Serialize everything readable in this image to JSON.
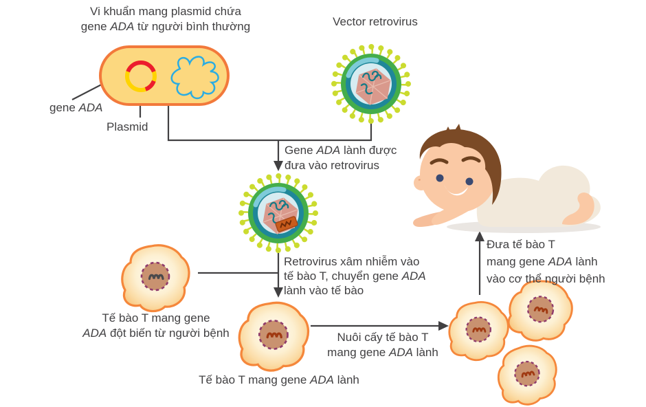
{
  "diagram": {
    "labels": {
      "bacteria_caption": {
        "lines": [
          [
            {
              "t": "Vi khuẩn mang plasmid chứa"
            }
          ],
          [
            {
              "t": "gene "
            },
            {
              "t": "ADA",
              "i": true
            },
            {
              "t": " từ người bình thường"
            }
          ]
        ]
      },
      "vector_retrovirus": {
        "lines": [
          [
            {
              "t": "Vector retrovirus"
            }
          ]
        ]
      },
      "gene_ada": {
        "lines": [
          [
            {
              "t": "gene "
            },
            {
              "t": "ADA",
              "i": true
            }
          ]
        ]
      },
      "plasmid": {
        "lines": [
          [
            {
              "t": "Plasmid"
            }
          ]
        ]
      },
      "step_insert_gene": {
        "lines": [
          [
            {
              "t": "Gene "
            },
            {
              "t": "ADA",
              "i": true
            },
            {
              "t": " lành được"
            }
          ],
          [
            {
              "t": "đưa vào retrovirus"
            }
          ]
        ]
      },
      "step_infect": {
        "lines": [
          [
            {
              "t": "Retrovirus xâm nhiễm vào"
            }
          ],
          [
            {
              "t": "tế bào T, chuyển gene "
            },
            {
              "t": "ADA",
              "i": true
            }
          ],
          [
            {
              "t": "lành vào tế bào"
            }
          ]
        ]
      },
      "tcell_mutant": {
        "lines": [
          [
            {
              "t": "Tế bào T mang gene"
            }
          ],
          [
            {
              "t": "ADA",
              "i": true
            },
            {
              "t": " đột biến từ người bệnh"
            }
          ]
        ]
      },
      "tcell_healthy": {
        "lines": [
          [
            {
              "t": "Tế bào T mang gene "
            },
            {
              "t": "ADA",
              "i": true
            },
            {
              "t": " lành"
            }
          ]
        ]
      },
      "step_culture": {
        "lines": [
          [
            {
              "t": "Nuôi cấy tế bào T"
            }
          ],
          [
            {
              "t": "mang gene "
            },
            {
              "t": "ADA",
              "i": true
            },
            {
              "t": " lành"
            }
          ]
        ]
      },
      "step_inject": {
        "lines": [
          [
            {
              "t": "Đưa tế bào T"
            }
          ],
          [
            {
              "t": "mang gene "
            },
            {
              "t": "ADA",
              "i": true
            },
            {
              "t": " lành"
            }
          ],
          [
            {
              "t": "vào cơ thể người bệnh"
            }
          ]
        ]
      }
    },
    "colors": {
      "text": "#414042",
      "bacterium_fill": "#FCD87F",
      "bacterium_border": "#F2793B",
      "plasmid_yellow": "#FFD400",
      "plasmid_red": "#EC1C2E",
      "chromosome_blue": "#2BACE2",
      "virus_spikes": "#CBDB2F",
      "virus_ring_green": "#44AD4B",
      "virus_envelope_teal": "#1F8799",
      "capsid_pink": "#D9998C",
      "gene_block_orange": "#C95C1D",
      "cell_border": "#F5873B",
      "nucleus_fill": "#C99270",
      "nucleus_border": "#8F3A6B",
      "gene_mutant": "#4A4A4C",
      "gene_healthy": "#A03A12",
      "baby_skin": "#FAC9A5",
      "baby_hair": "#7B4A26",
      "baby_suit": "#F2E9DB"
    },
    "icons": {
      "bacterium": "capsule-with-plasmid-and-chromosome",
      "retrovirus": "spiked-virus-sphere",
      "t_cell": "amoeboid-cell-with-nucleus",
      "baby": "crawling-baby"
    }
  }
}
